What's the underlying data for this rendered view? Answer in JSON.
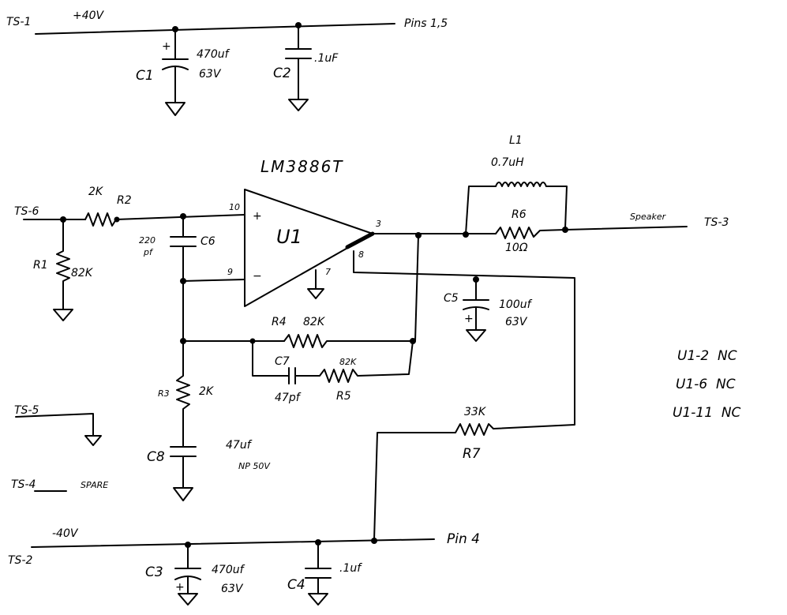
{
  "rails": {
    "pos_label": "TS-1",
    "pos_voltage": "+40V",
    "pos_pins": "Pins 1,5",
    "neg_label": "TS-2",
    "neg_voltage": "-40V",
    "neg_pins": "Pin 4"
  },
  "terminals": {
    "input": "TS-6",
    "output": "TS-3",
    "output_name": "Speaker",
    "ground": "TS-5",
    "spare": "TS-4",
    "spare_name": "SPARE"
  },
  "ic": {
    "part": "LM3886T",
    "ref": "U1",
    "pin_noninv": "10",
    "pin_inv": "9",
    "pin_out": "3",
    "pin_gnd": "7",
    "pin_mute": "8"
  },
  "components": {
    "C1": {
      "ref": "C1",
      "value": "470uf",
      "rating": "63V",
      "plus": "+"
    },
    "C2": {
      "ref": "C2",
      "value": ".1uF"
    },
    "C3": {
      "ref": "C3",
      "value": "470uf",
      "rating": "63V",
      "plus": "+"
    },
    "C4": {
      "ref": "C4",
      "value": ".1uf"
    },
    "C5": {
      "ref": "C5",
      "value": "100uf",
      "rating": "63V",
      "plus": "+"
    },
    "C6": {
      "ref": "C6",
      "value": "220",
      "unit": "pf"
    },
    "C7": {
      "ref": "C7",
      "value": "47pf"
    },
    "C8": {
      "ref": "C8",
      "value": "47uf",
      "rating": "NP 50V"
    },
    "R1": {
      "ref": "R1",
      "value": "82K"
    },
    "R2": {
      "ref": "R2",
      "value": "2K"
    },
    "R3": {
      "ref": "R3",
      "value": "2K"
    },
    "R4": {
      "ref": "R4",
      "value": "82K"
    },
    "R5": {
      "ref": "R5",
      "value": "82K"
    },
    "R6": {
      "ref": "R6",
      "value": "10Ω"
    },
    "R7": {
      "ref": "R7",
      "value": "33K"
    },
    "L1": {
      "ref": "L1",
      "value": "0.7uH"
    }
  },
  "notes": [
    "U1-2  NC",
    "U1-6  NC",
    "U1-11  NC"
  ]
}
